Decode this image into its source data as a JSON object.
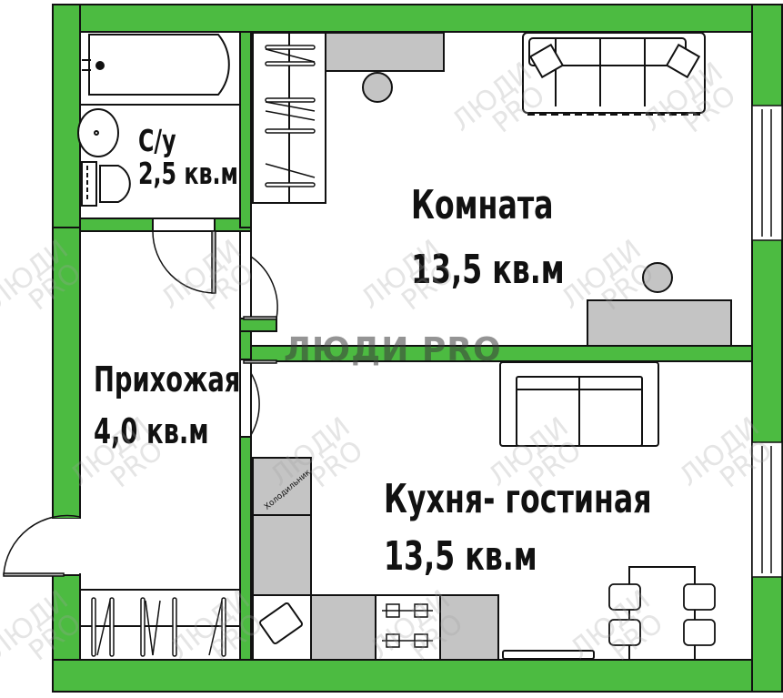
{
  "plan": {
    "title": "1-room apartment floor plan",
    "colors": {
      "wall": "#4cbb41",
      "outline": "#111111",
      "furniture_fill": "#c4c4c4",
      "floor": "#ffffff",
      "watermark": "#a0a0a0"
    },
    "rooms": [
      {
        "id": "bathroom",
        "name": "С/у",
        "area": "2,5 кв.м"
      },
      {
        "id": "room",
        "name": "Комната",
        "area": "13,5 кв.м"
      },
      {
        "id": "hallway",
        "name": "Прихожая",
        "area": "4,0 кв.м"
      },
      {
        "id": "kitchen_living",
        "name": "Кухня- гостиная",
        "area": "13,5 кв.м"
      }
    ],
    "appliances": {
      "fridge_label": "Холодильник"
    },
    "watermark": {
      "center_text": "ЛЮДИ PRO",
      "line1": "ЛЮДИ",
      "line2": "PRO"
    }
  }
}
